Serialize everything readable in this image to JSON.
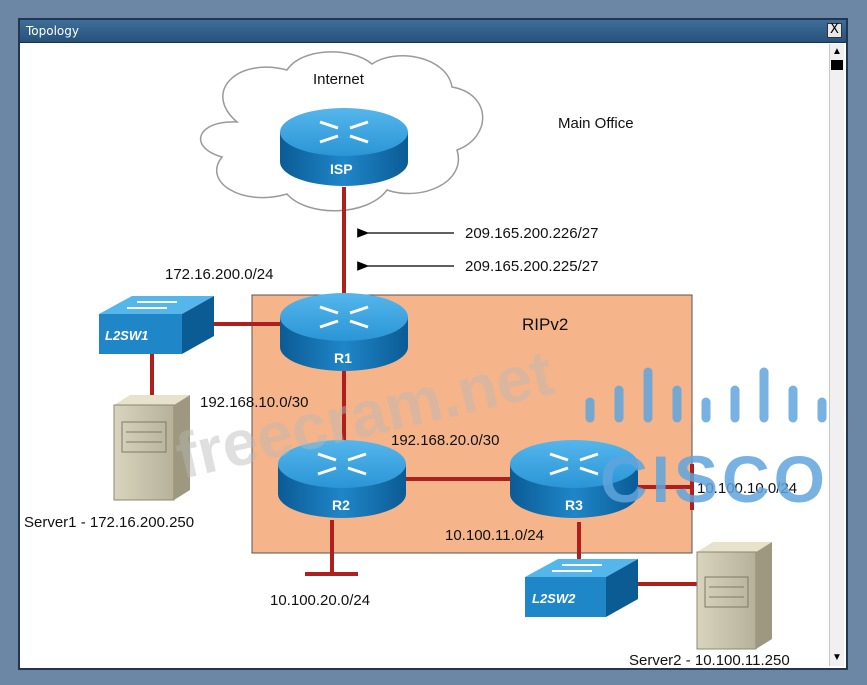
{
  "window": {
    "title": "Topology",
    "close_label": "X"
  },
  "labels": {
    "internet": "Internet",
    "main_office": "Main Office",
    "rip": "RIPv2",
    "isp_addr_1": "209.165.200.226/27",
    "isp_addr_2": "209.165.200.225/27",
    "lan_l2sw1": "172.16.200.0/24",
    "net_r1_r2": "192.168.10.0/30",
    "net_r2_r3": "192.168.20.0/30",
    "lan_r3_a": "10.100.10.0/24",
    "lan_r3_b": "10.100.11.0/24",
    "lan_r2": "10.100.20.0/24",
    "server1": "Server1 - 172.16.200.250",
    "server2": "Server2 - 10.100.11.250"
  },
  "devices": {
    "isp": "ISP",
    "r1": "R1",
    "r2": "R2",
    "r3": "R3",
    "l2sw1": "L2SW1",
    "l2sw2": "L2SW2"
  },
  "overlays": {
    "watermark": "freecram.net",
    "logo_text": "CISCO"
  },
  "colors": {
    "link": "#b01e1e",
    "rip_area": "#f6b48a",
    "router": "#1d8ccf",
    "window_title": "#2f5f8c"
  }
}
